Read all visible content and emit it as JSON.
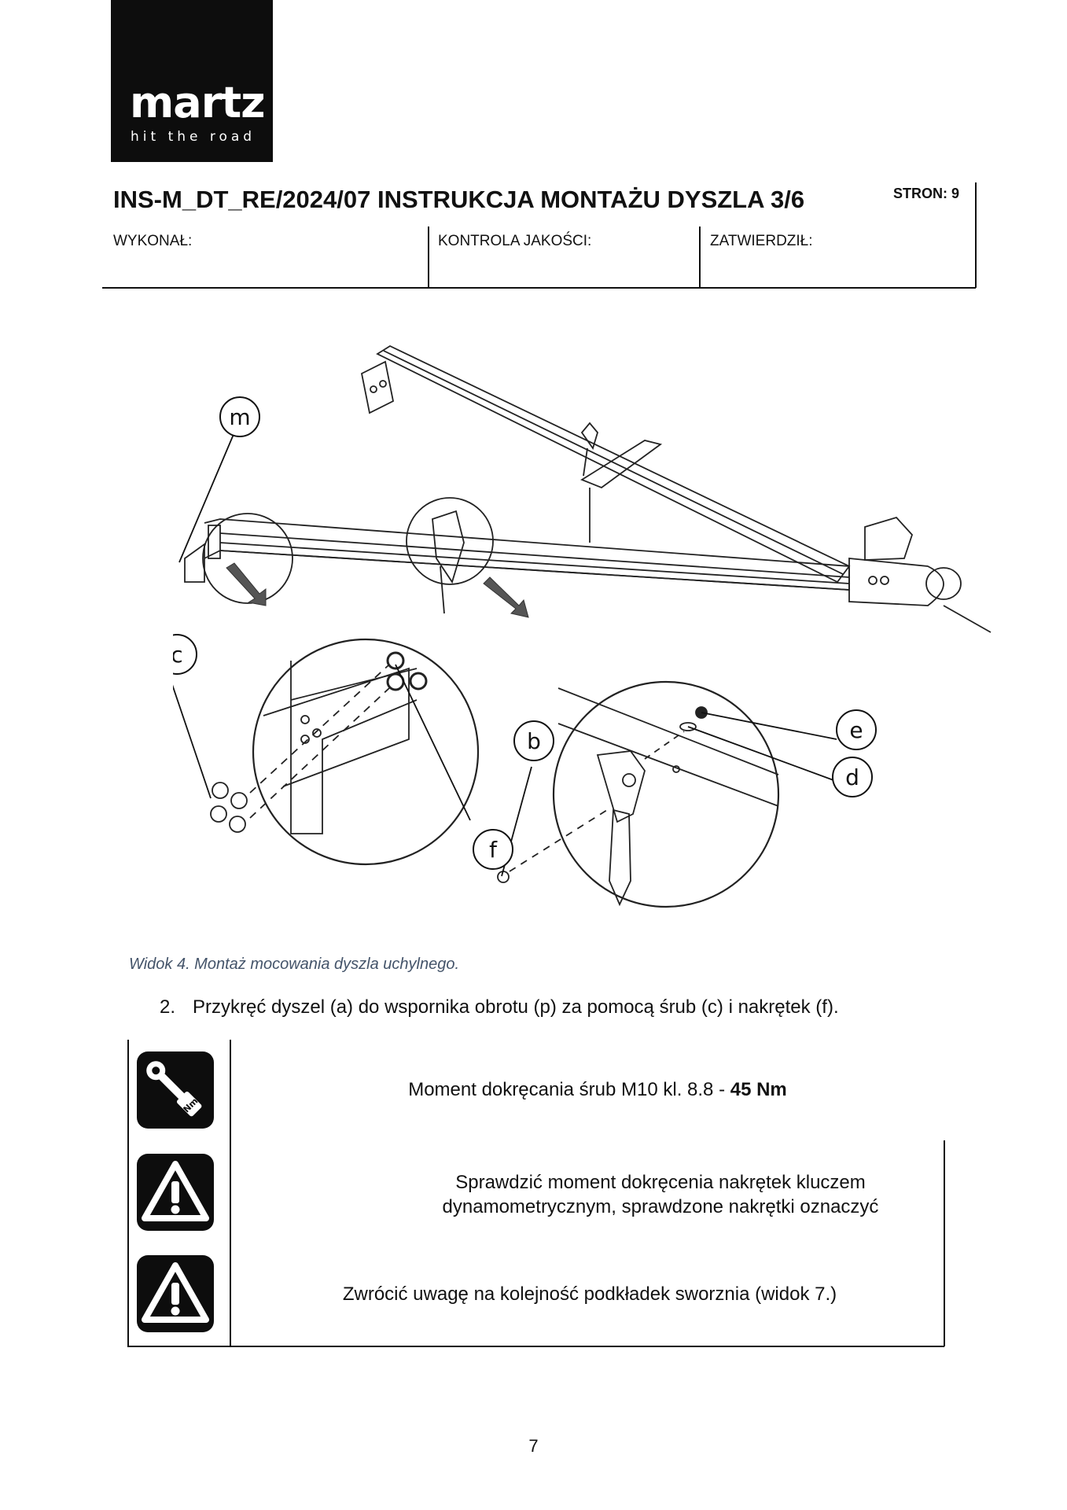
{
  "logo": {
    "word": "martz",
    "tagline": "hit the road"
  },
  "header": {
    "title": "INS-M_DT_RE/2024/07  INSTRUKCJA MONTAŻU DYSZLA 3/6",
    "pages": "STRON: 9",
    "labels": {
      "made_by": "WYKONAŁ:",
      "quality_control": "KONTROLA JAKOŚCI:",
      "approved": "ZATWIERDZIŁ:"
    }
  },
  "figure": {
    "callouts": {
      "m": "m",
      "c": "c",
      "f": "f",
      "b": "b",
      "e": "e",
      "d": "d"
    },
    "torque_icon_text": "Nm"
  },
  "caption": "Widok 4. Montaż mocowania dyszla uchylnego.",
  "step": {
    "number": "2.",
    "text": "Przykręć dyszel (a) do wspornika obrotu (p) za pomocą śrub (c) i nakrętek (f)."
  },
  "notes": {
    "torque": {
      "text": "Moment dokręcania śrub M10 kl. 8.8 - ",
      "value": "45 Nm"
    },
    "check": {
      "line1": "Sprawdzić moment dokręcenia nakrętek kluczem",
      "line2": "dynamometrycznym, sprawdzone nakrętki oznaczyć"
    },
    "washers": {
      "text": "Zwrócić uwagę na kolejność podkładek sworznia (widok 7.)"
    }
  },
  "page_number": "7"
}
